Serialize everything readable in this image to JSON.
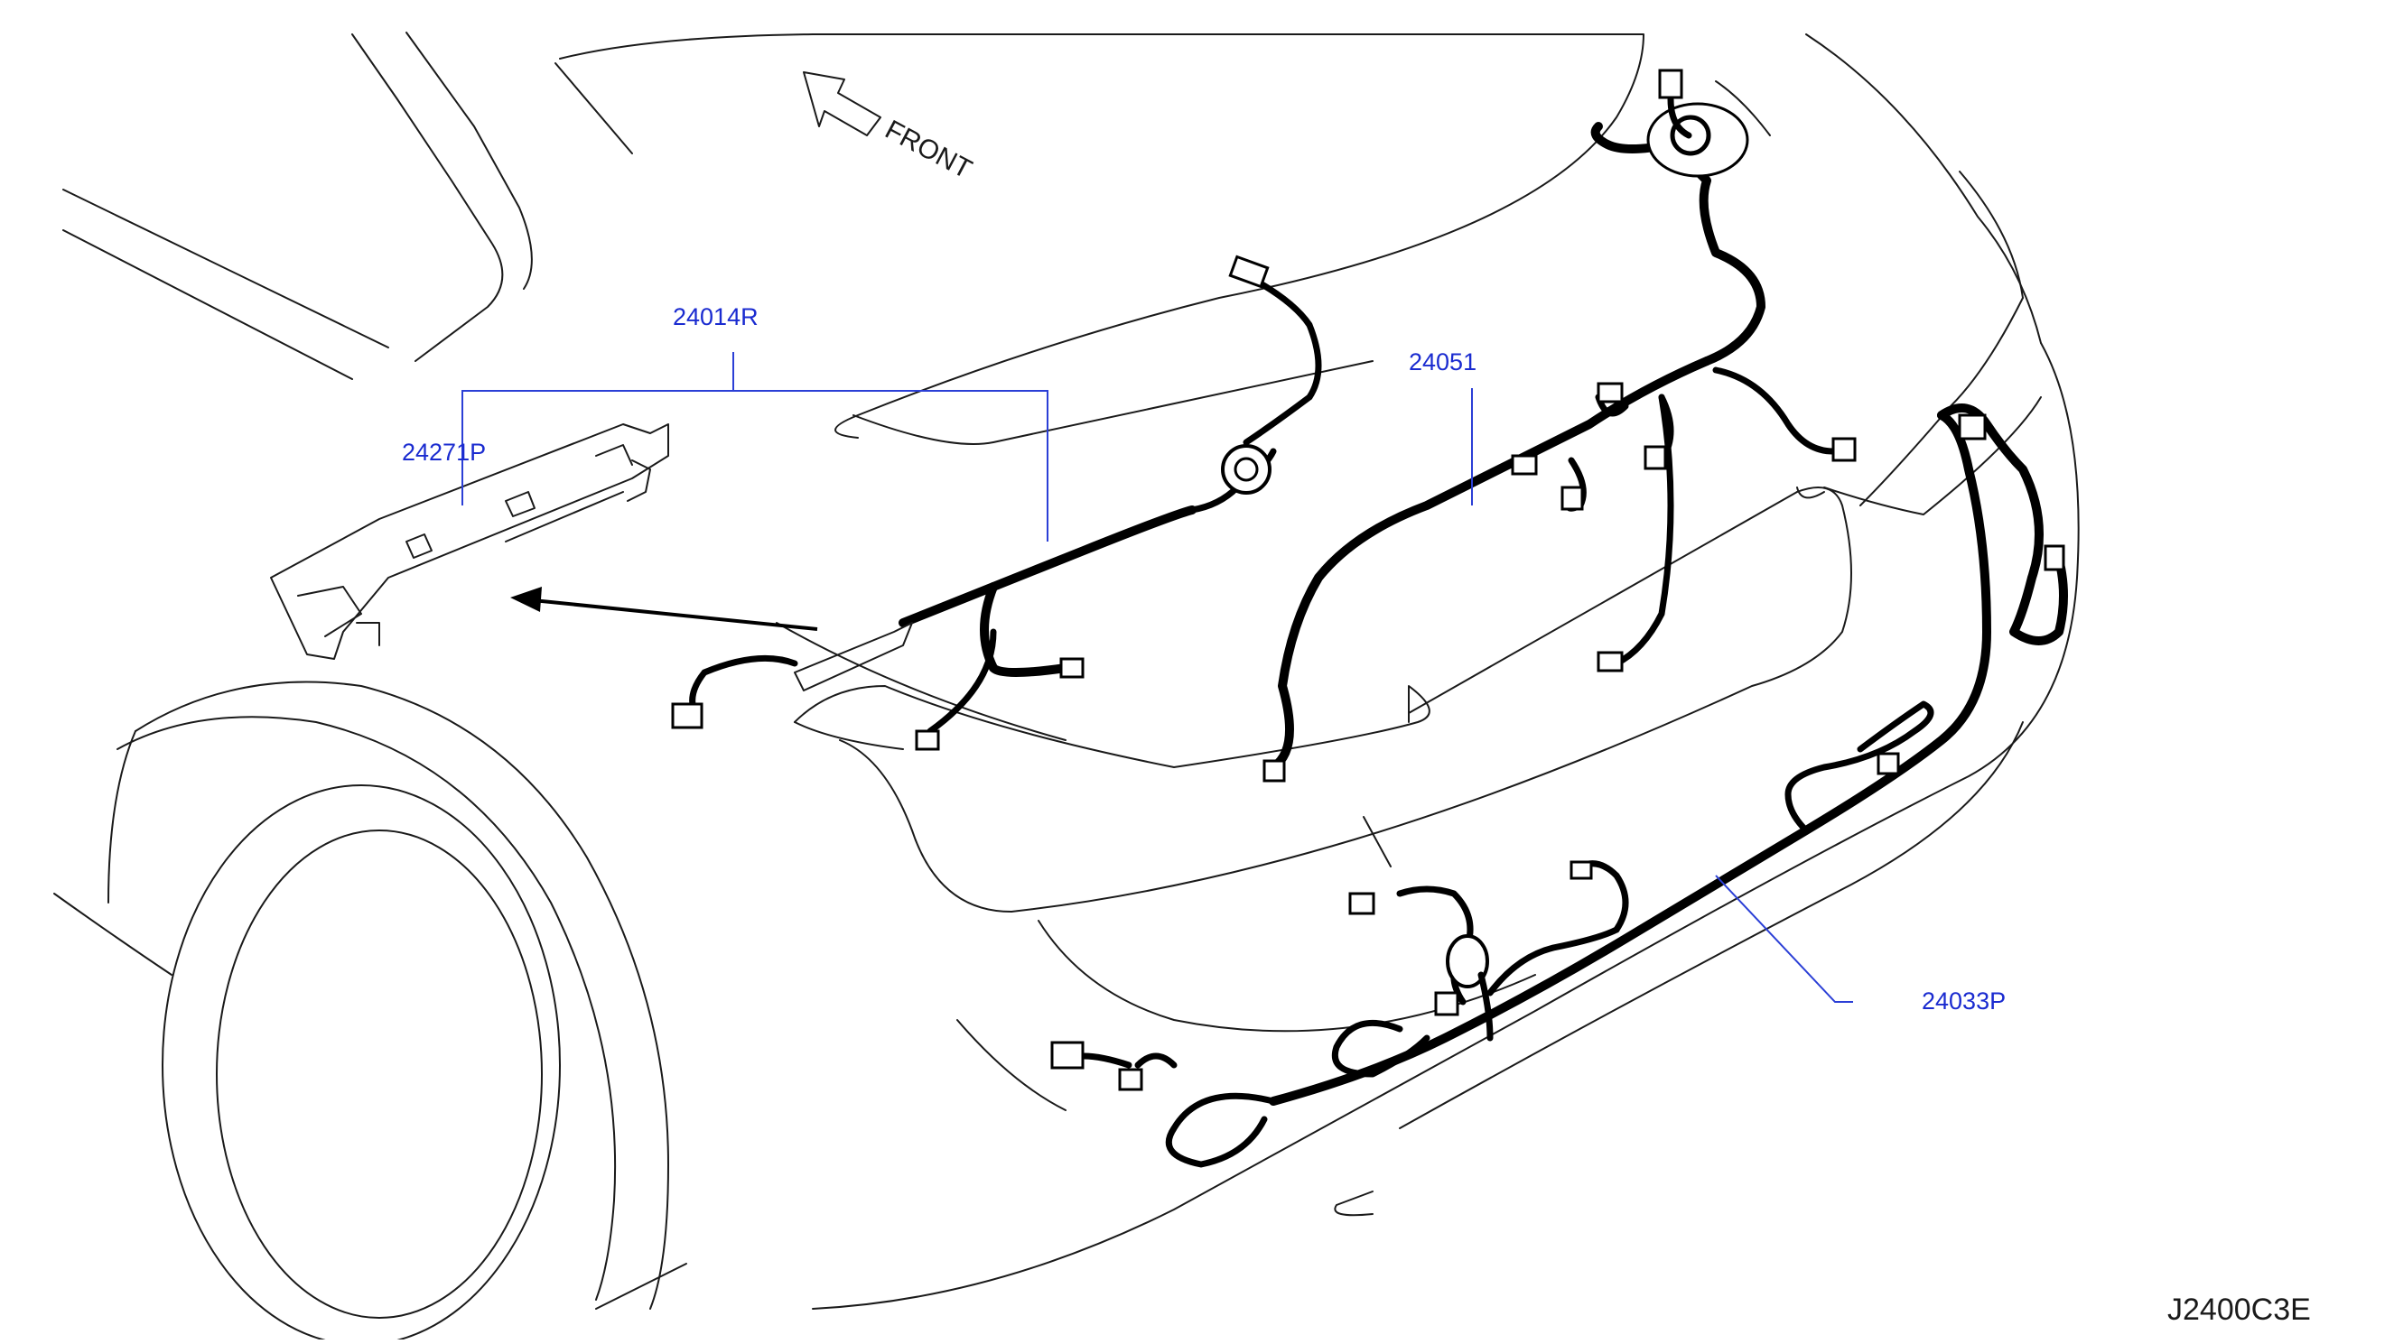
{
  "diagram": {
    "front_label": "FRONT",
    "figure_code": "J2400C3E",
    "callouts": {
      "harness_body": "24014R",
      "bracket": "24271P",
      "harness_middle": "24051",
      "harness_rear": "24033P"
    },
    "colors": {
      "callout": "#1a2bd0",
      "line_art": "#1a1a1a",
      "background": "#ffffff"
    }
  }
}
